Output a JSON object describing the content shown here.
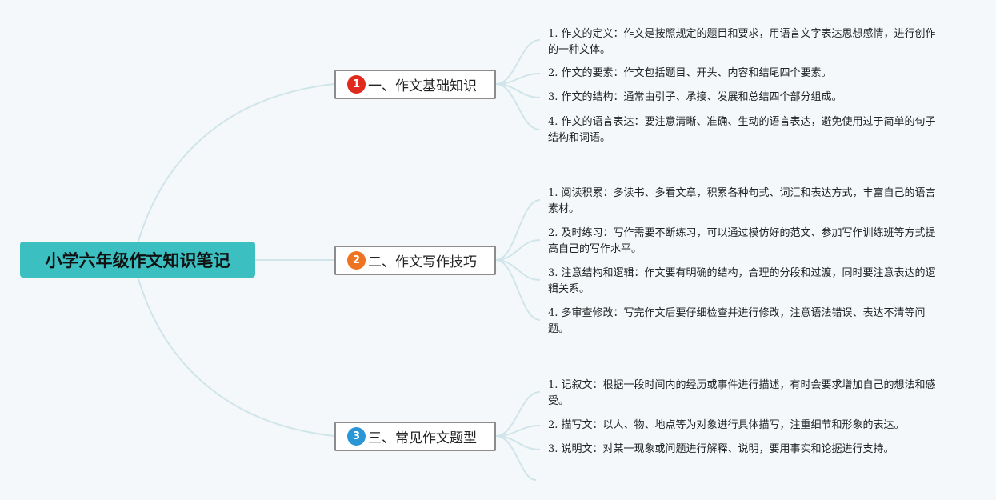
{
  "colors": {
    "background": "#f4f8fa",
    "root_fill": "#3cbfc0",
    "connector": "#cfe5ea",
    "badge_1": "#e02a1e",
    "badge_2": "#ee7422",
    "badge_3": "#2a96d6"
  },
  "root": {
    "title": "小学六年级作文知识笔记"
  },
  "branches": [
    {
      "number": "1",
      "title": "一、作文基础知识",
      "items": [
        "1. 作文的定义：作文是按照规定的题目和要求，用语言文字表达思想感情，进行创作的一种文体。",
        "2. 作文的要素：作文包括题目、开头、内容和结尾四个要素。",
        "3. 作文的结构：通常由引子、承接、发展和总结四个部分组成。",
        "4. 作文的语言表达：要注意清晰、准确、生动的语言表达，避免使用过于简单的句子结构和词语。"
      ]
    },
    {
      "number": "2",
      "title": "二、作文写作技巧",
      "items": [
        "1. 阅读积累：多读书、多看文章，积累各种句式、词汇和表达方式，丰富自己的语言素材。",
        "2. 及时练习：写作需要不断练习，可以通过模仿好的范文、参加写作训练班等方式提高自己的写作水平。",
        "3. 注意结构和逻辑：作文要有明确的结构，合理的分段和过渡，同时要注意表达的逻辑关系。",
        "4. 多审查修改：写完作文后要仔细检查并进行修改，注意语法错误、表达不清等问题。"
      ]
    },
    {
      "number": "3",
      "title": "三、常见作文题型",
      "items": [
        "1. 记叙文：根据一段时间内的经历或事件进行描述，有时会要求增加自己的想法和感受。",
        "2. 描写文：以人、物、地点等为对象进行具体描写，注重细节和形象的表达。",
        "3. 说明文：对某一现象或问题进行解释、说明，要用事实和论据进行支持。",
        ""
      ]
    }
  ]
}
